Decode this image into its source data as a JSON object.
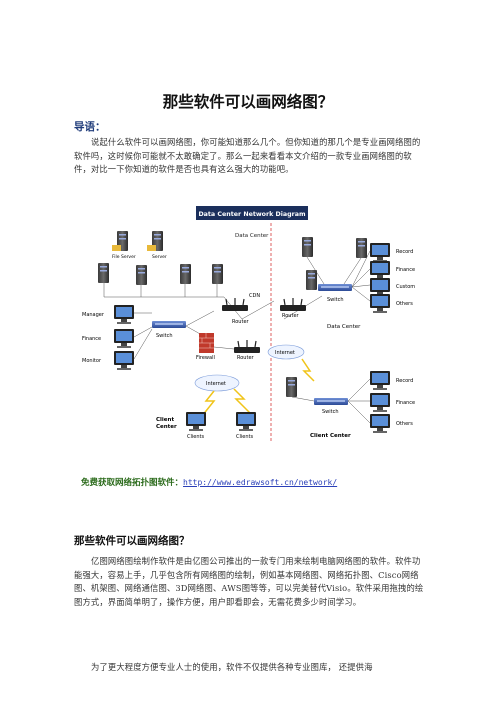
{
  "document": {
    "title": "那些软件可以画网络图？",
    "intro_label": "导语：",
    "intro_paragraph": "说起什么软件可以画网络图，你可能知道那么几个。但你知道的那几个是专业画网络图的软件吗，这时候你可能就不太敢确定了。那么一起来看看本文介绍的一款专业画网络图的软件，对比一下你知道的软件是否也具有这么强大的功能吧。",
    "link_label": "免费获取网络拓扑图软件：",
    "link_url": "http://www.edrawsoft.cn/network/",
    "section_heading": "那些软件可以画网络图？",
    "paragraph_2": "亿图网络图绘制作软件是由亿图公司推出的一款专门用来绘制电脑网络图的软件。软件功能强大，容易上手，几乎包含所有网络图的绘制，例如基本网络图、网络拓扑图、Cisco网络图、机架图、网络通信图、3D网络图、AWS图等等，可以完美替代Visio。软件采用拖拽的绘图方式，界面简单明了，操作方便，用户即看即会，无需花费多少时间学习。",
    "paragraph_3": "为了更大程度方便专业人士的使用，软件不仅提供各种专业图库，  还提供海"
  },
  "diagram": {
    "header": "Data Center Network Diagram",
    "labels": {
      "data_center_top": "Data Center",
      "data_center_right": "Data Center",
      "file_server": "File Server",
      "server": "Server",
      "cdn": "CDN",
      "router_left": "Router",
      "router_mid": "Router",
      "router_top": "Router",
      "switch_left": "Switch",
      "switch_top_right": "Switch",
      "switch_bottom_right": "Switch",
      "firewall": "Firewall",
      "internet_left": "Internet",
      "internet_right": "Internet",
      "manager": "Manager",
      "finance_left": "Finance",
      "monitor": "Monitor",
      "record_top": "Record",
      "finance_top": "Finance",
      "custom": "Custom",
      "others_top": "Others",
      "record_bottom": "Record",
      "finance_bottom": "Finance",
      "others_bottom": "Others",
      "client_center_left_1": "Client",
      "client_center_left_2": "Center",
      "clients_1": "Clients",
      "clients_2": "Clients",
      "client_center_right": "Client Center"
    },
    "colors": {
      "header_bg": "#1b2f5c",
      "switch": "#3b5fb0",
      "router": "#2a2a2a",
      "firewall": "#c0392b",
      "lightning": "#f0c419",
      "divider": "#d43a3a"
    }
  }
}
